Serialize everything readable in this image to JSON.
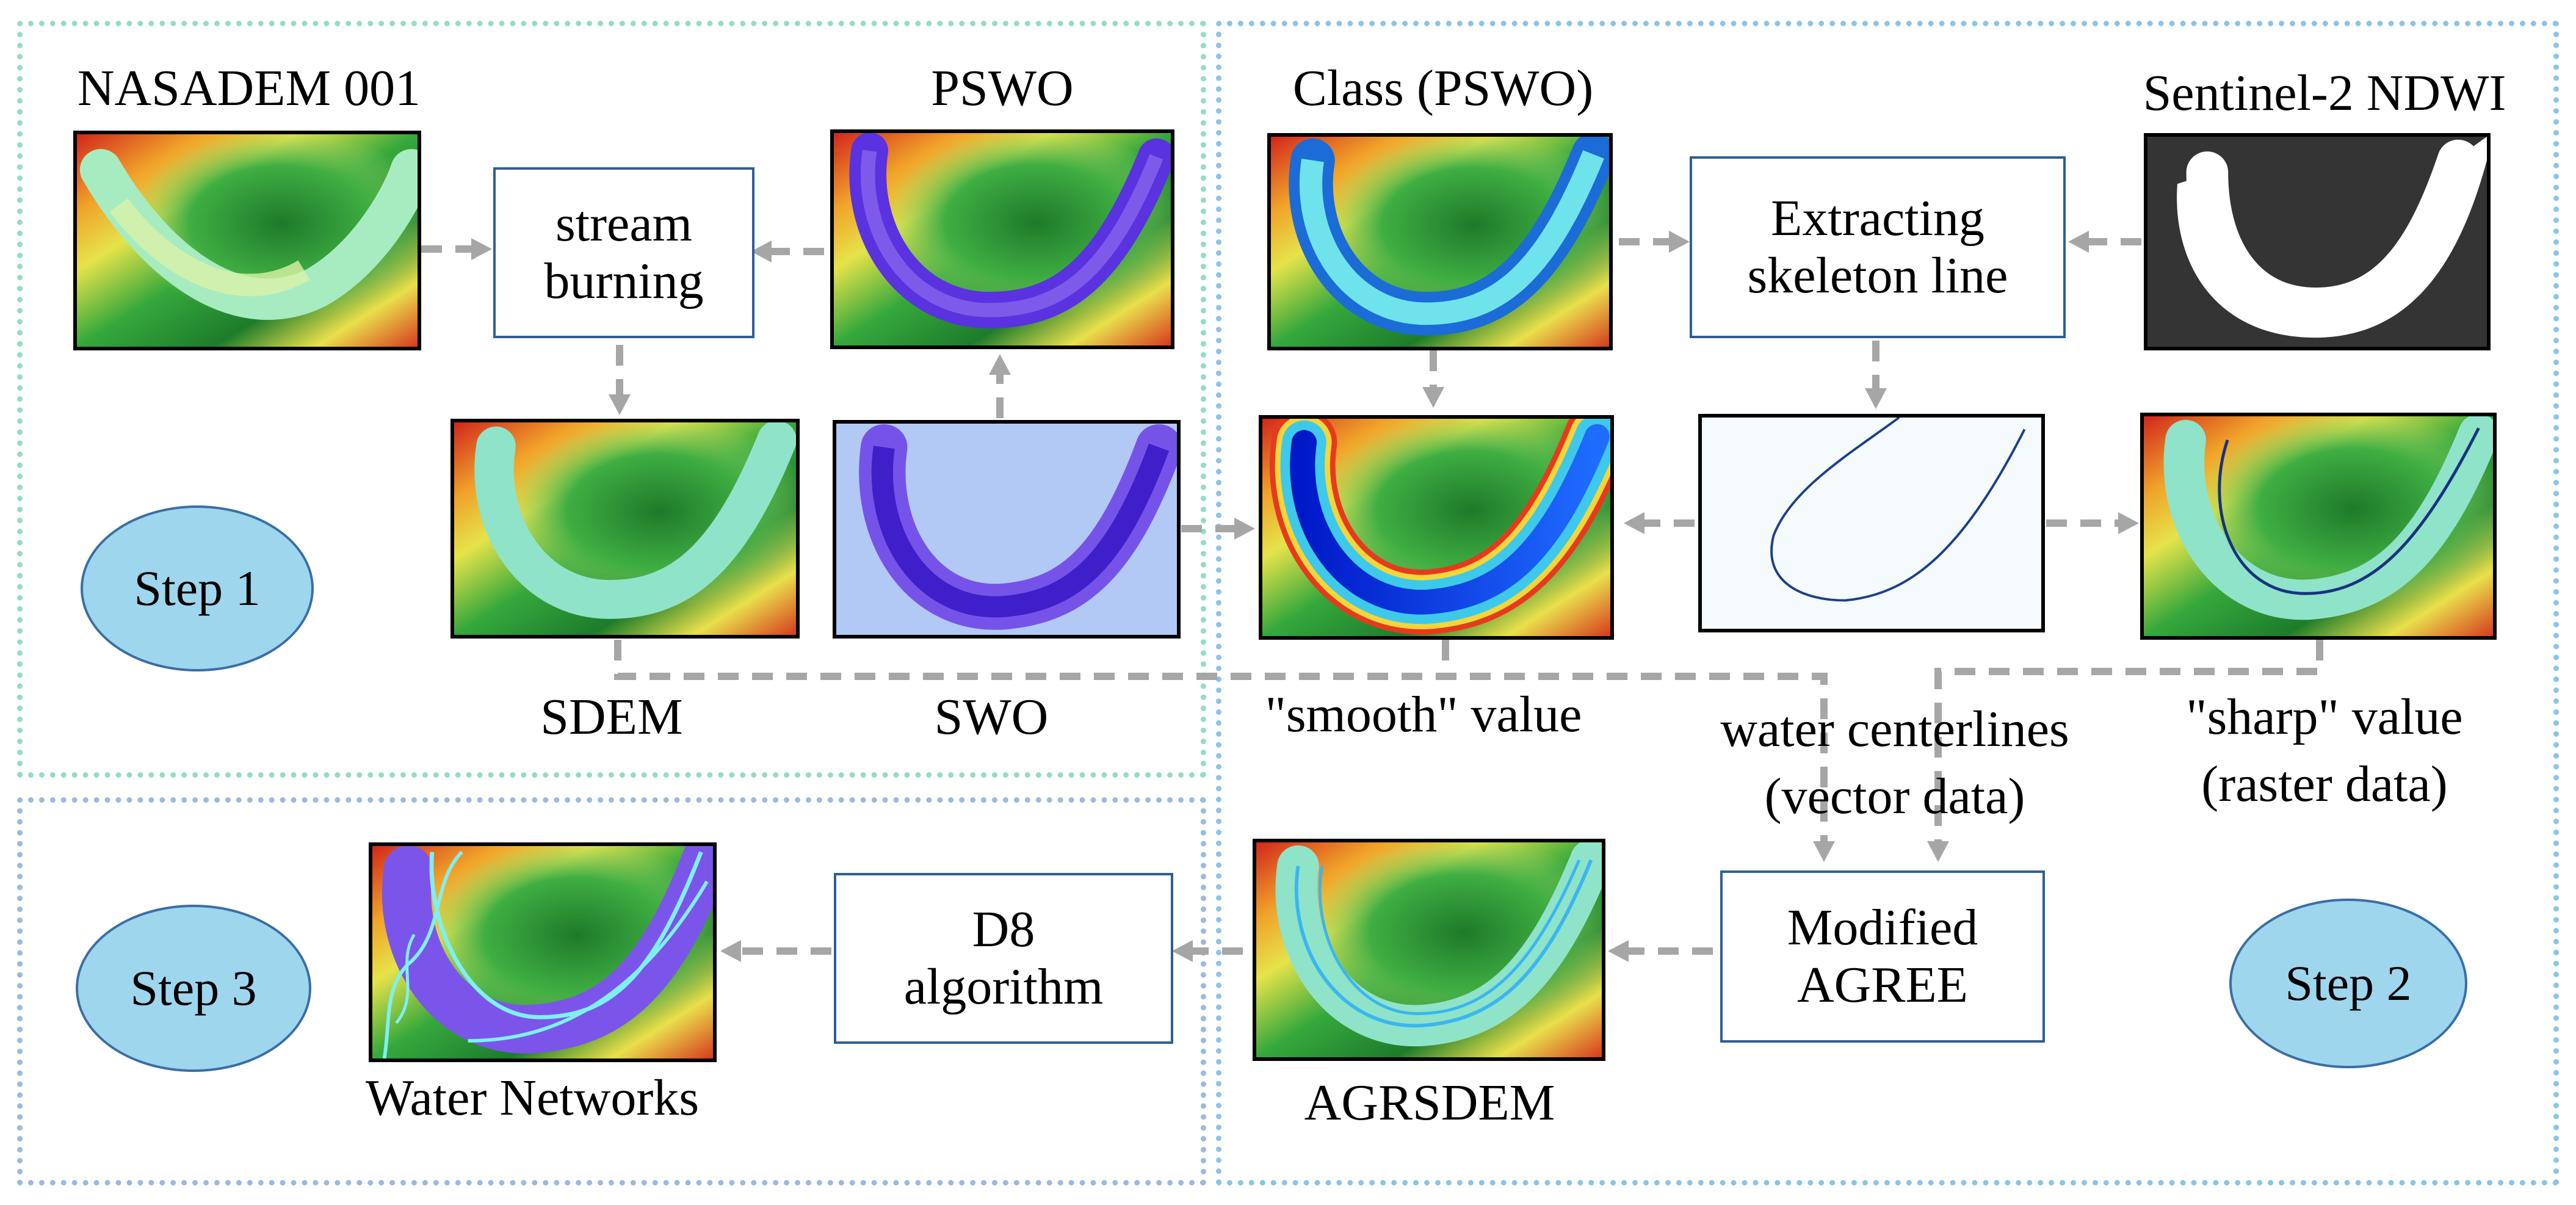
{
  "colors": {
    "step1_border": "#93dcc8",
    "step2_border": "#8cc4e6",
    "step3_border": "#9bb9e1",
    "box_border": "#2e5f96",
    "arrow": "#a6a6a6",
    "step_fill": "#9ed6ee"
  },
  "labels": {
    "nasadem": "NASADEM 001",
    "pswo": "PSWO",
    "class_pswo": "Class (PSWO)",
    "ndwi": "Sentinel-2 NDWI",
    "sdem": "SDEM",
    "swo": "SWO",
    "smooth": "\"smooth\" value",
    "centerlines_1": "water centerlines",
    "centerlines_2": "(vector data)",
    "sharp_1": "\"sharp\" value",
    "sharp_2": "(raster data)",
    "water_networks": "Water Networks",
    "agrsdem": "AGRSDEM"
  },
  "boxes": {
    "stream_1": "stream",
    "stream_2": "burning",
    "skeleton_1": "Extracting",
    "skeleton_2": "skeleton line",
    "d8_1": "D8",
    "d8_2": "algorithm",
    "agree_1": "Modified",
    "agree_2": "AGREE"
  },
  "steps": {
    "step1": "Step 1",
    "step2": "Step 2",
    "step3": "Step 3"
  },
  "icons": {
    "dem": "dem-terrain-image",
    "water": "water-occurrence-image",
    "ndwi": "ndwi-grayscale-image",
    "centerline": "vector-centerline-image"
  }
}
